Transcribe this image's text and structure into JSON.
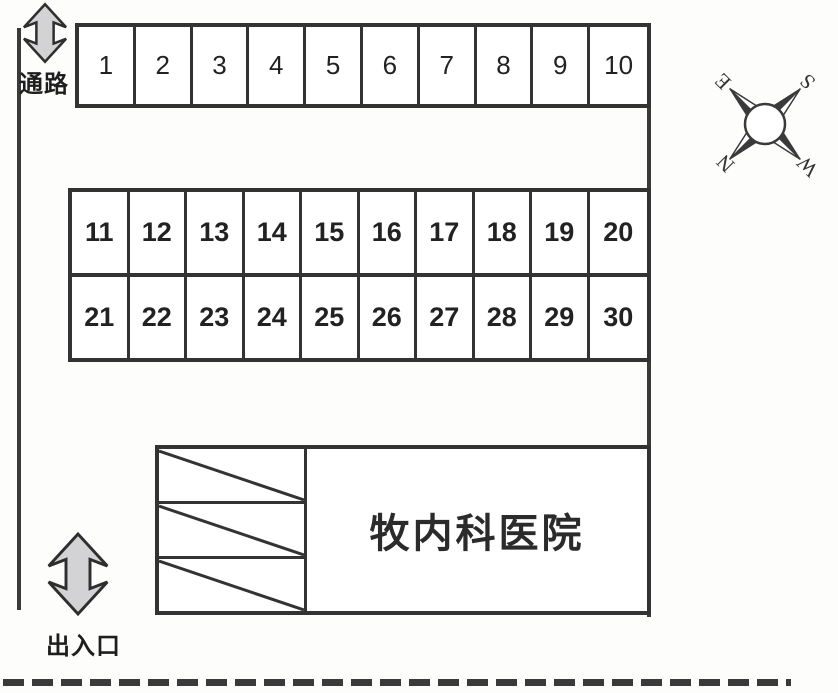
{
  "lot": {
    "row1": [
      "1",
      "2",
      "3",
      "4",
      "5",
      "6",
      "7",
      "8",
      "9",
      "10"
    ],
    "row2": [
      "11",
      "12",
      "13",
      "14",
      "15",
      "16",
      "17",
      "18",
      "19",
      "20"
    ],
    "row3": [
      "21",
      "22",
      "23",
      "24",
      "25",
      "26",
      "27",
      "28",
      "29",
      "30"
    ]
  },
  "labels": {
    "passage": "通路",
    "entrance": "出入口",
    "building": "牧内科医院"
  },
  "compass": {
    "north": "N",
    "east": "E",
    "south": "S",
    "west": "W"
  },
  "colors": {
    "line": "#333333",
    "arrow_fill": "#d3d3d5",
    "arrow_stroke": "#2e2e2e",
    "background": "#fdfdfc"
  }
}
